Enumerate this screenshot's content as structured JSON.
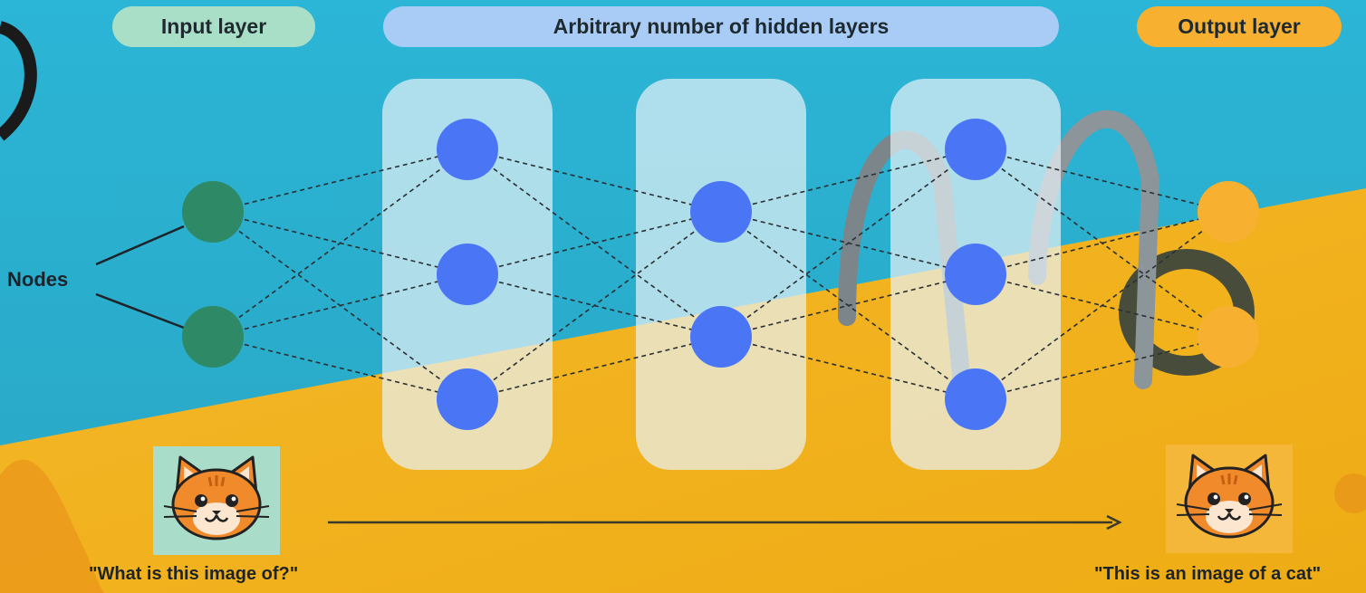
{
  "labels": {
    "input_layer": "Input layer",
    "hidden_layers": "Arbitrary number of hidden layers",
    "output_layer": "Output layer",
    "nodes": "Nodes",
    "input_caption": "\"What is this image of?\"",
    "output_caption": "\"This is an image of a cat\""
  },
  "network": {
    "layer_sizes": [
      2,
      3,
      2,
      3,
      2
    ],
    "layer_roles": [
      "input",
      "hidden",
      "hidden",
      "hidden",
      "output"
    ],
    "connection_style": "dashed",
    "fully_connected": true
  },
  "colors": {
    "pool_water": "#2fb0d0",
    "pool_deck": "#f2b21b",
    "input_node": "#2e8a66",
    "hidden_node": "#4a76f6",
    "output_node": "#f7b030",
    "input_pill": "#a9dfc6",
    "hidden_pill": "#a8ccf6",
    "output_pill": "#f7b030",
    "hidden_panel": "#e8f2f6",
    "cat_tile": "#a9dcc9",
    "cat_tile_out": "#f4b73a"
  },
  "icons": {
    "input_image": "cat-face-icon",
    "output_image": "cat-face-icon",
    "flow_arrow": "arrow-right-icon"
  }
}
